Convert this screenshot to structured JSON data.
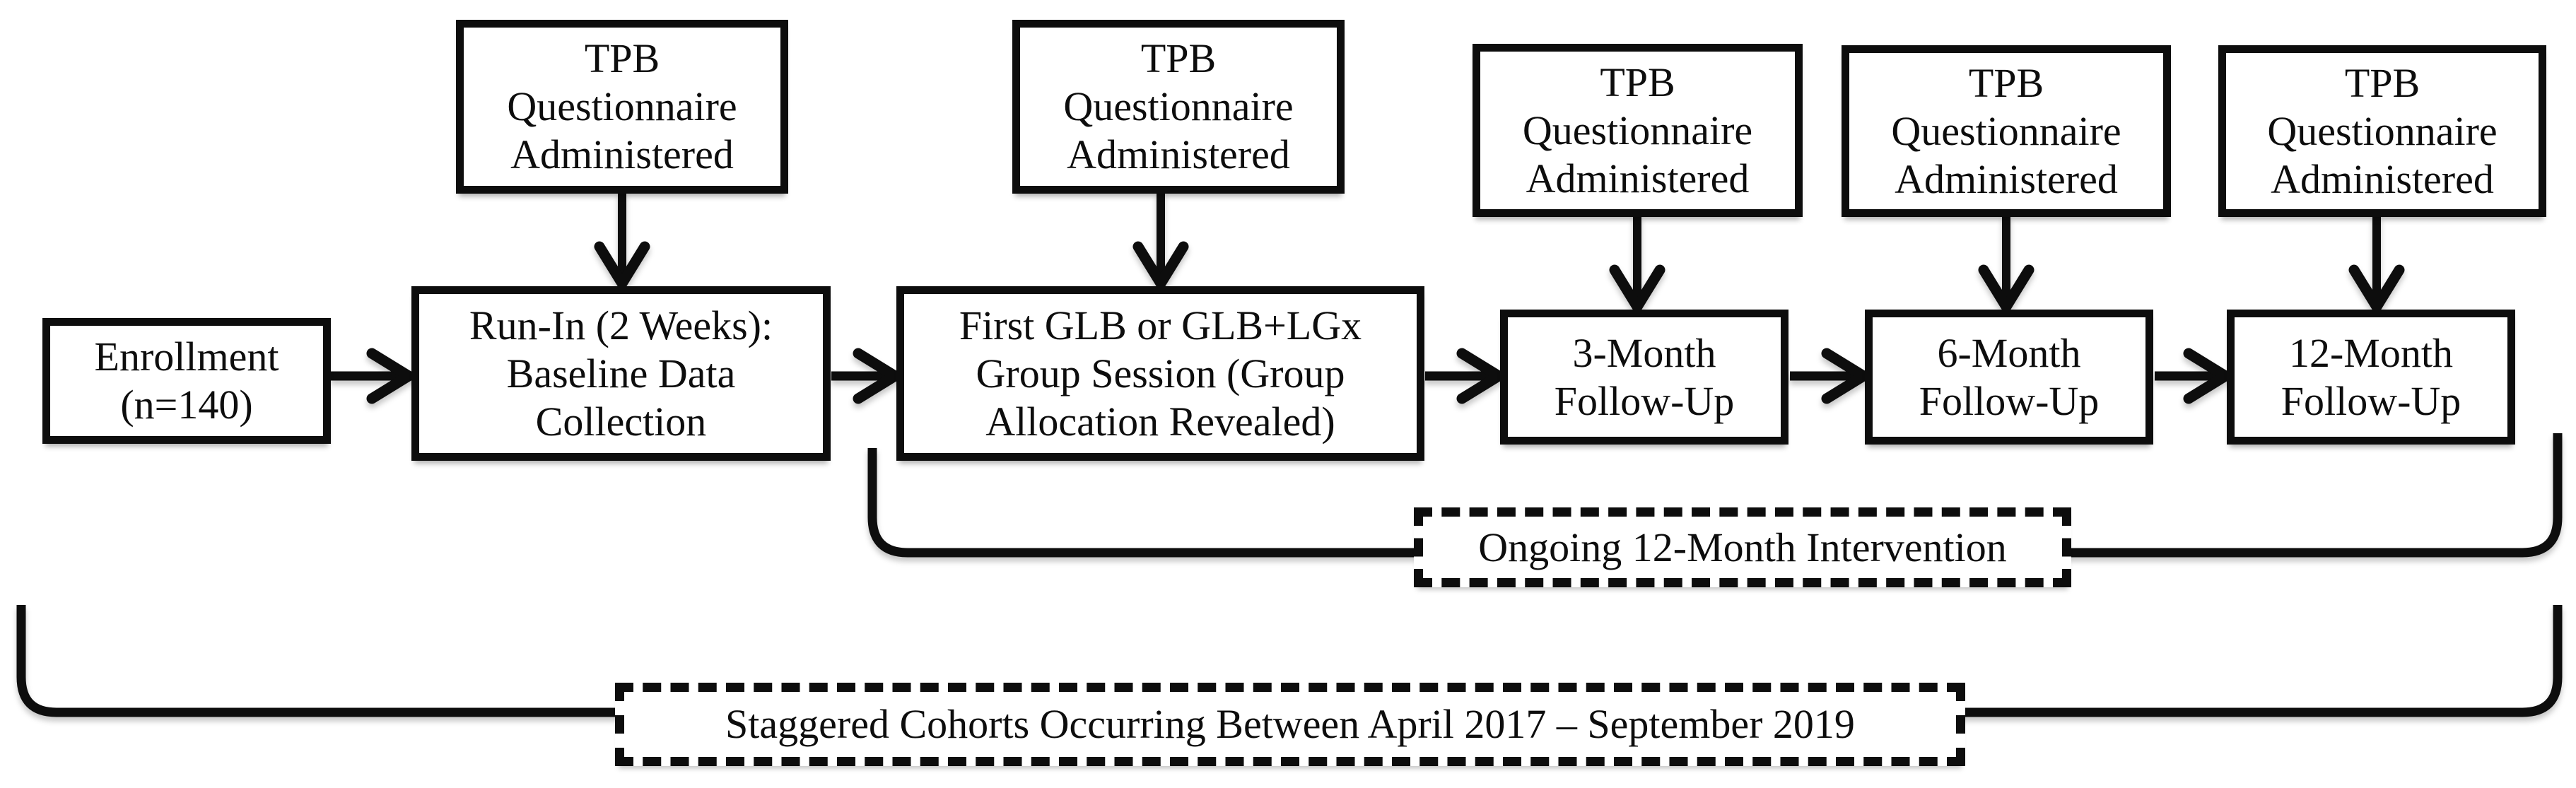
{
  "diagram": {
    "background_color": "#ffffff",
    "line_color": "#0d0d0d",
    "tpb_label": "TPB\nQuestionnaire\nAdministered",
    "boxes": {
      "enrollment": "Enrollment\n(n=140)",
      "run_in": "Run-In (2 Weeks):\nBaseline Data\nCollection",
      "first_session": "First GLB or GLB+LGx\nGroup Session (Group\nAllocation Revealed)",
      "followup_3": "3-Month\nFollow-Up",
      "followup_6": "6-Month\nFollow-Up",
      "followup_12": "12-Month\nFollow-Up"
    },
    "annotations": {
      "intervention": "Ongoing 12-Month Intervention",
      "cohorts": "Staggered Cohorts Occurring Between April 2017 – September 2019"
    }
  }
}
